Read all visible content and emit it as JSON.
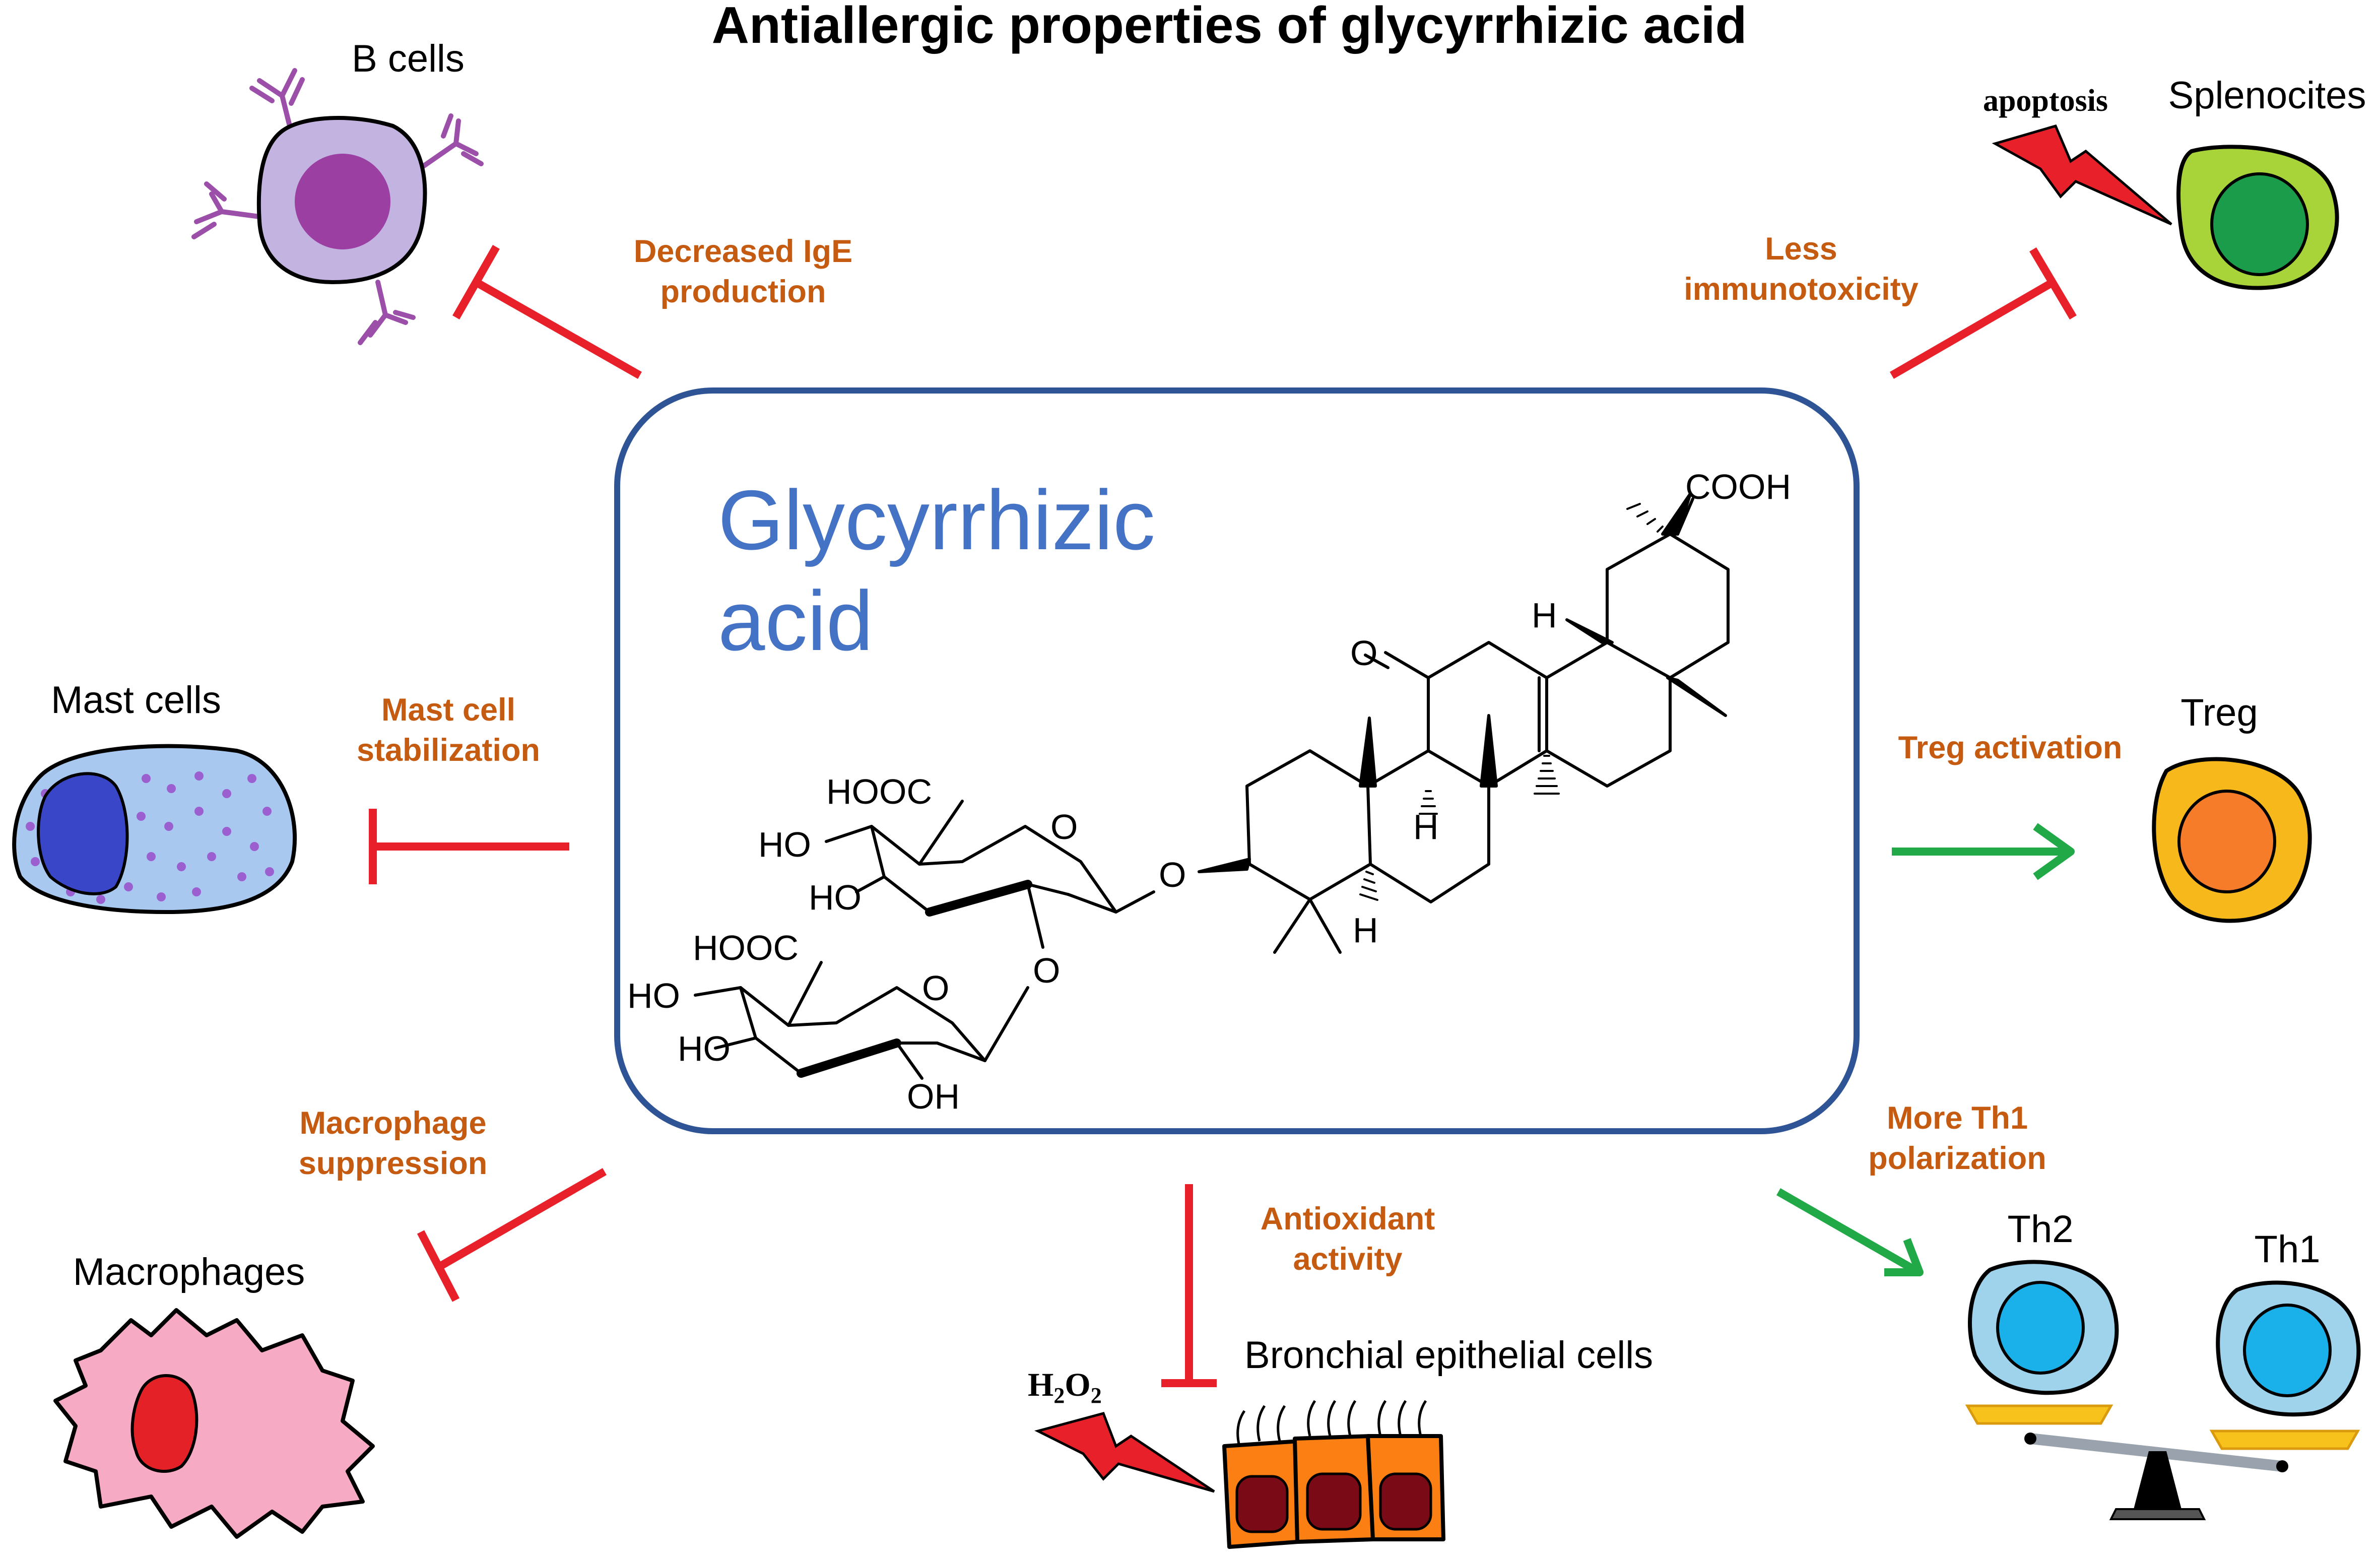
{
  "title": "Antiallergic properties of glycyrrhizic acid",
  "center": {
    "name_line1": "Glycyrrhizic",
    "name_line2": "acid"
  },
  "structure": {
    "cooh": "COOH",
    "hooc_top": "HOOC",
    "hooc_bottom": "HOOC",
    "ho_1": "HO",
    "ho_2": "HO",
    "ho_3": "HO",
    "ho_4": "HO",
    "oh": "OH",
    "o_ring_top": "O",
    "o_link": "O",
    "o_ring_bottom": "O",
    "o_glycoside": "O",
    "o_keto": "O",
    "h_1": "H",
    "h_2": "H",
    "h_3": "H"
  },
  "cells": {
    "b_cells": "B cells",
    "splenocytes": "Splenocites",
    "mast_cells": "Mast cells",
    "treg": "Treg",
    "macrophages": "Macrophages",
    "bronchial": "Bronchial epithelial cells",
    "th2": "Th2",
    "th1": "Th1"
  },
  "effects": {
    "ige_line1": "Decreased IgE",
    "ige_line2": "production",
    "immuno_line1": "Less",
    "immuno_line2": "immunotoxicity",
    "mast_line1": "Mast cell",
    "mast_line2": "stabilization",
    "treg": "Treg activation",
    "macro_line1": "Macrophage",
    "macro_line2": "suppression",
    "antiox_line1": "Antioxidant",
    "antiox_line2": "activity",
    "th1_line1": "More Th1",
    "th1_line2": "polarization"
  },
  "stressors": {
    "apoptosis": "apoptosis",
    "h2o2_main": "H",
    "h2o2_sub1": "2",
    "h2o2_mid": "O",
    "h2o2_sub2": "2"
  },
  "colors": {
    "inhibit": "#e8202a",
    "activate": "#22a947",
    "effect_text": "#c55a11",
    "box_border": "#2f5496",
    "center_text": "#4472c4"
  }
}
